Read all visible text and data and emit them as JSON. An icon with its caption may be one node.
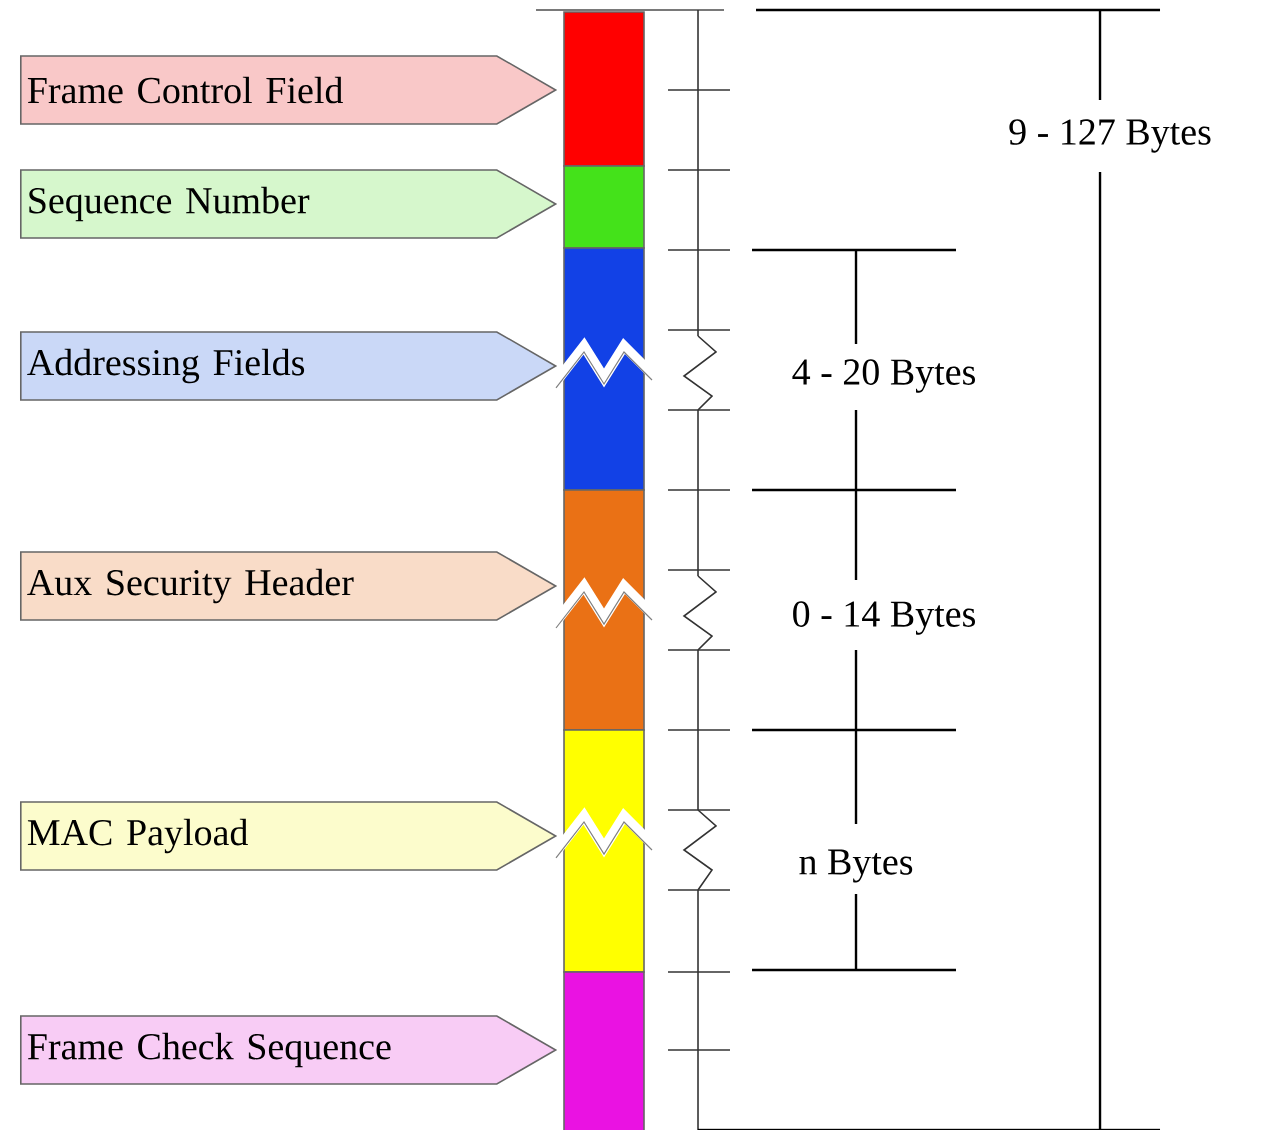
{
  "diagram": {
    "nodes": [
      {
        "text": [
          "Frame Control Field"
        ]
      },
      {
        "text": [
          "Sequence Number"
        ]
      },
      {
        "text": [
          "Addressing Fields"
        ]
      },
      {
        "text": [
          "Aux Security Header"
        ]
      },
      {
        "text": [
          "MAC Payload"
        ]
      },
      {
        "text": [
          "Frame Check Sequence"
        ]
      }
    ],
    "labels": [
      "9 - 127 Bytes",
      "4 - 20 Bytes",
      "0 - 14 Bytes",
      "n Bytes"
    ]
  }
}
